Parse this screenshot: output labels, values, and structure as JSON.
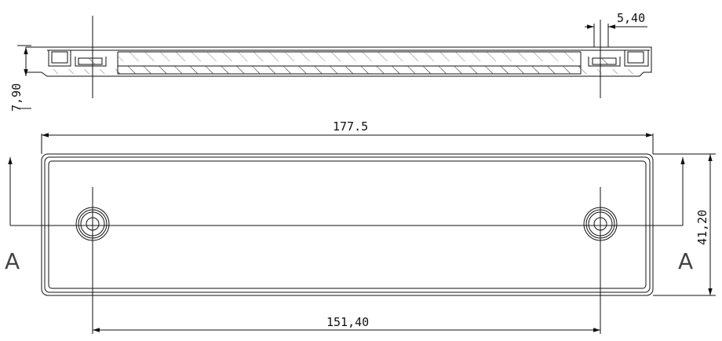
{
  "dimensions": {
    "thickness": "7,90",
    "rib_width": "5,40",
    "overall_length": "177.5",
    "height": "41,20",
    "hole_spacing": "151,40"
  },
  "section": {
    "left_label": "A",
    "right_label": "A"
  }
}
